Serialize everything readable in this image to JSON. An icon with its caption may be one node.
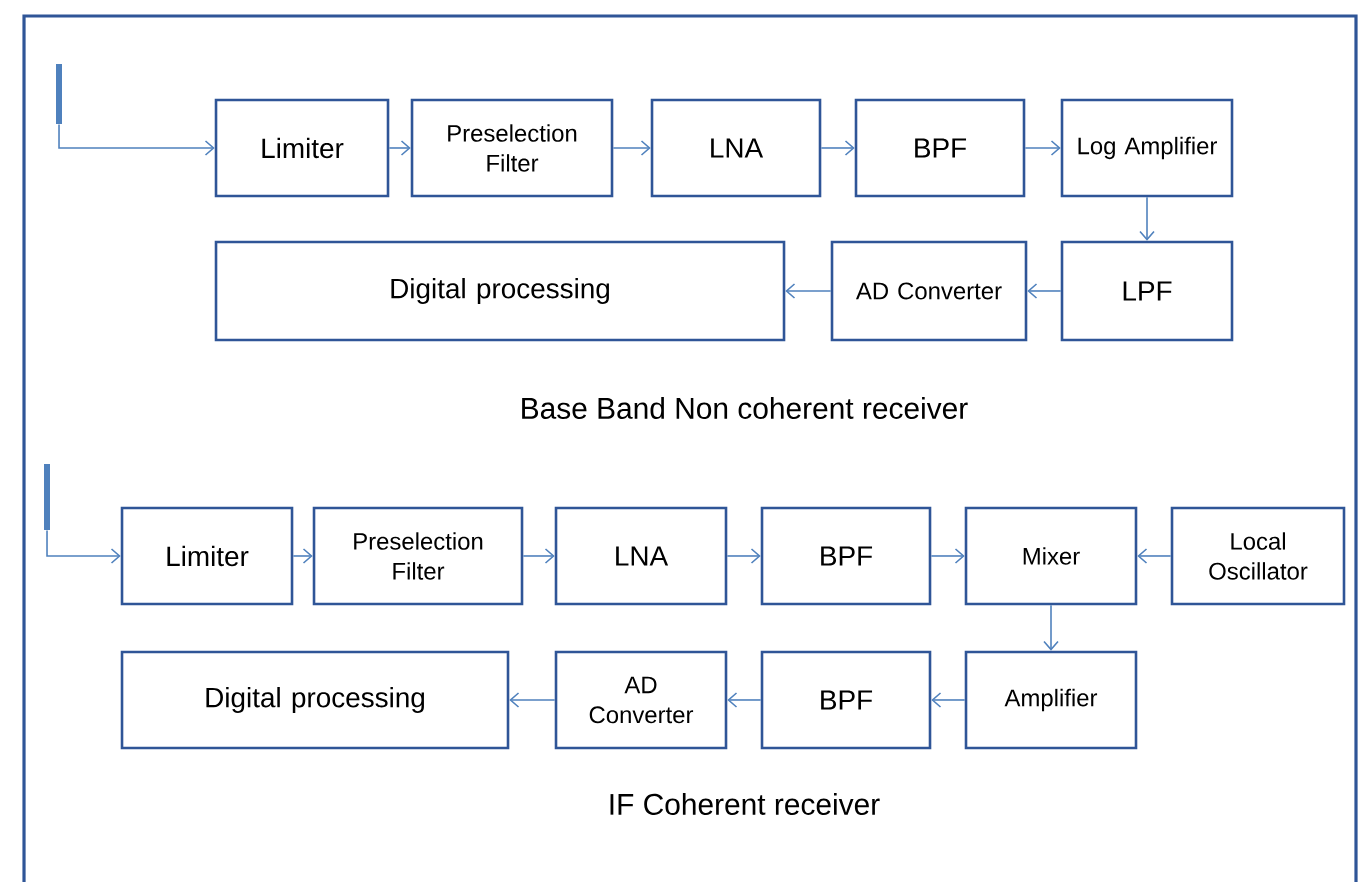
{
  "diagram": {
    "nodes": [
      {
        "text": [],
        "shape": "bar"
      },
      {
        "text": [
          "Limiter"
        ]
      },
      {
        "text": [
          "Preselection Filter"
        ]
      },
      {
        "text": [
          "LNA"
        ]
      },
      {
        "text": [
          "BPF"
        ]
      },
      {
        "text": [
          "Log Amplifier"
        ]
      },
      {
        "text": [
          "Digital processing"
        ]
      },
      {
        "text": [
          "AD Converter"
        ]
      },
      {
        "text": [
          "LPF"
        ]
      },
      {
        "text": [],
        "shape": "bar"
      },
      {
        "text": [
          "Limiter"
        ]
      },
      {
        "text": [
          "Preselection Filter"
        ]
      },
      {
        "text": [
          "LNA"
        ]
      },
      {
        "text": [
          "BPF"
        ]
      },
      {
        "text": [
          "Mixer"
        ]
      },
      {
        "text": [
          "Local Oscillator"
        ]
      },
      {
        "text": [
          "Digital processing"
        ]
      },
      {
        "text": [
          "AD Converter"
        ]
      },
      {
        "text": [
          "BPF"
        ]
      },
      {
        "text": [
          "Amplifier"
        ]
      }
    ],
    "edges": [
      {
        "from": 0,
        "to": 1,
        "arrow": "to"
      },
      {
        "from": 1,
        "to": 2,
        "arrow": "to"
      },
      {
        "from": 2,
        "to": 3,
        "arrow": "to"
      },
      {
        "from": 3,
        "to": 4,
        "arrow": "to"
      },
      {
        "from": 4,
        "to": 5,
        "arrow": "to"
      },
      {
        "from": 5,
        "to": 8,
        "arrow": "to"
      },
      {
        "from": 8,
        "to": 7,
        "arrow": "to"
      },
      {
        "from": 7,
        "to": 6,
        "arrow": "to"
      },
      {
        "from": 9,
        "to": 10,
        "arrow": "to"
      },
      {
        "from": 10,
        "to": 11,
        "arrow": "to"
      },
      {
        "from": 11,
        "to": 12,
        "arrow": "to"
      },
      {
        "from": 12,
        "to": 13,
        "arrow": "to"
      },
      {
        "from": 13,
        "to": 14,
        "arrow": "to"
      },
      {
        "from": 15,
        "to": 14,
        "arrow": "to"
      },
      {
        "from": 14,
        "to": 19,
        "arrow": "to"
      },
      {
        "from": 19,
        "to": 18,
        "arrow": "to"
      },
      {
        "from": 18,
        "to": 17,
        "arrow": "to"
      },
      {
        "from": 17,
        "to": 16,
        "arrow": "to"
      }
    ],
    "labels": [
      "Base Band Non coherent receiver",
      "IF Coherent receiver"
    ]
  }
}
